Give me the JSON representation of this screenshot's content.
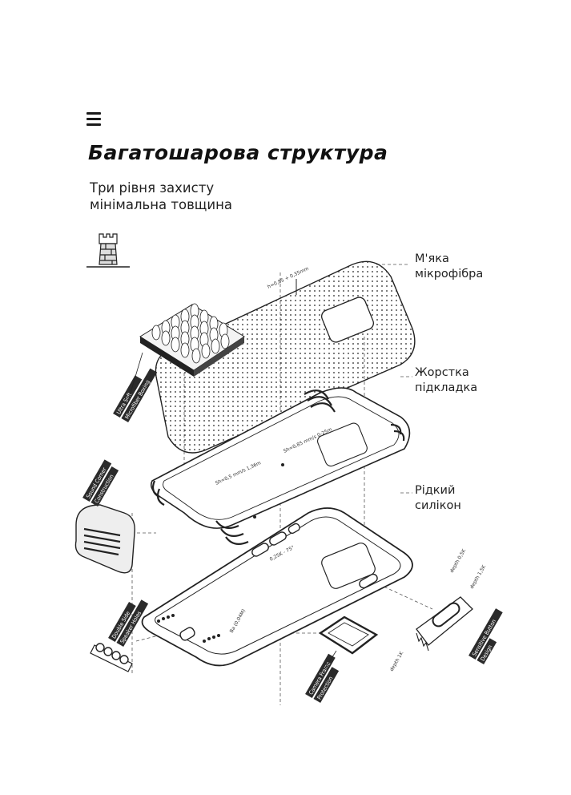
{
  "header": {
    "title": "Багатошарова структура",
    "subtitle_lines": [
      "Три рівня захисту",
      "мінімальна товщина"
    ]
  },
  "layers": [
    {
      "lines": [
        "М'яка",
        "мікрофібра"
      ]
    },
    {
      "lines": [
        "Жорстка",
        "підкладка"
      ]
    },
    {
      "lines": [
        "Рідкий",
        "силікон"
      ]
    }
  ],
  "callouts": {
    "ultra_soft": [
      "Ultra Soft",
      "Microfiber Boxing"
    ],
    "sound_corner": [
      "Sound Corner",
      "Construction"
    ],
    "double_side": [
      "Double Side",
      "Speaker Holes"
    ],
    "camera_lens": [
      "Camera Frame",
      "Protection"
    ],
    "sensitive_button": [
      "Sensitive Button",
      "Design"
    ]
  },
  "dimensions": {
    "top_thickness": "h=0,85 + 0,35mm",
    "mid_right": "Sh=0,85 mm/s 0-25m",
    "mid_left": "Sh=0,5 mm/s 1,36m",
    "camera": "0,25K - 75°",
    "bottom": "Ba (0,04M)",
    "depth_a": "depth 0,5K",
    "depth_b": "depth 1,5K",
    "depth_c": "depth 1K"
  },
  "colors": {
    "ink": "#1a1a1a",
    "tag_fill": "#2b2b2b",
    "dash": "#555555"
  }
}
